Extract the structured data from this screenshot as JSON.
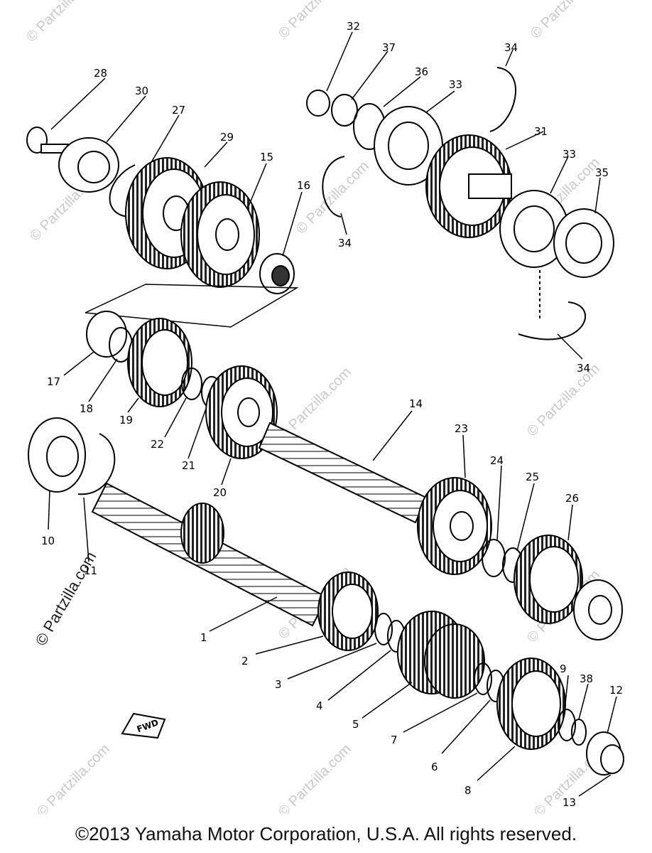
{
  "watermark": "© Partzilla.com",
  "fwd_label": "FWD",
  "copyright": "©2013 Yamaha Motor Corporation, U.S.A. All rights reserved.",
  "callouts": [
    "1",
    "2",
    "3",
    "4",
    "5",
    "6",
    "7",
    "8",
    "9",
    "10",
    "11",
    "12",
    "13",
    "14",
    "15",
    "16",
    "17",
    "18",
    "19",
    "20",
    "21",
    "22",
    "23",
    "24",
    "25",
    "26",
    "27",
    "28",
    "29",
    "30",
    "31",
    "32",
    "33",
    "33",
    "34",
    "34",
    "34",
    "35",
    "36",
    "37",
    "38"
  ]
}
